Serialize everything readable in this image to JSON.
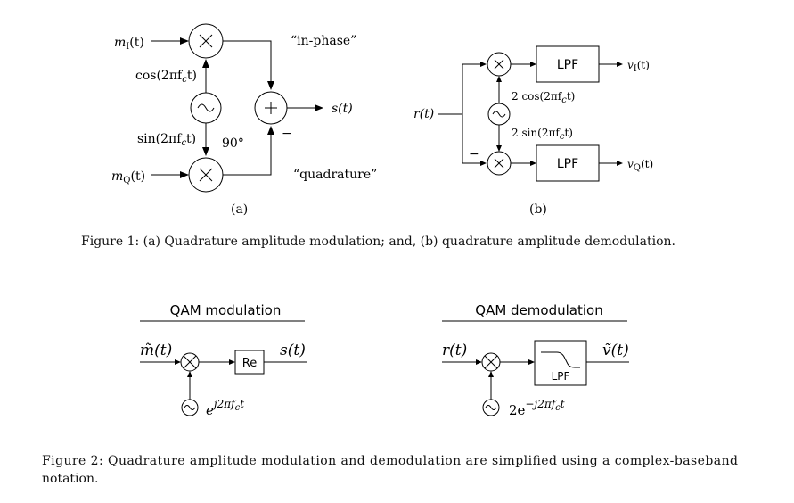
{
  "fig1a": {
    "in_i": "m",
    "in_i_sub": "I",
    "in_i_arg": "(t)",
    "in_q": "m",
    "in_q_sub": "Q",
    "in_q_arg": "(t)",
    "cos_label": "cos(2πf",
    "cos_label_tail": "t)",
    "sin_label": "sin(2πf",
    "sin_label_tail": "t)",
    "sub_c": "c",
    "phase_shift": "90°",
    "minus": "−",
    "inphase": "“in-phase”",
    "quadrature": "“quadrature”",
    "output": "s(t)",
    "panel": "(a)"
  },
  "fig1b": {
    "input": "r(t)",
    "lpf_top": "LPF",
    "lpf_bottom": "LPF",
    "out_i": "v",
    "out_i_sub": "I",
    "out_i_arg": "(t)",
    "out_q": "v",
    "out_q_sub": "Q",
    "out_q_arg": "(t)",
    "cos_label": "2 cos(2πf",
    "sin_label": "2 sin(2πf",
    "label_tail": "t)",
    "sub_c": "c",
    "minus": "−",
    "panel": "(b)"
  },
  "caption1": "Figure 1: (a) Quadrature amplitude modulation; and, (b) quadrature amplitude demodulation.",
  "fig2_mod": {
    "title": "QAM modulation",
    "input": "m̃(t)",
    "block": "Re",
    "output": "s(t)",
    "osc": "e",
    "osc_exp": "j2πf",
    "osc_exp_sub": "c",
    "osc_exp_tail": "t"
  },
  "fig2_demod": {
    "title": "QAM demodulation",
    "input": "r(t)",
    "block": "LPF",
    "output": "ṽ(t)",
    "osc": "2e",
    "osc_exp": "−j2πf",
    "osc_exp_sub": "c",
    "osc_exp_tail": "t"
  },
  "caption2_line1": "Figure 2:  Quadrature amplitude modulation and demodulation are simplified using a complex-baseband",
  "caption2_line2": "notation."
}
